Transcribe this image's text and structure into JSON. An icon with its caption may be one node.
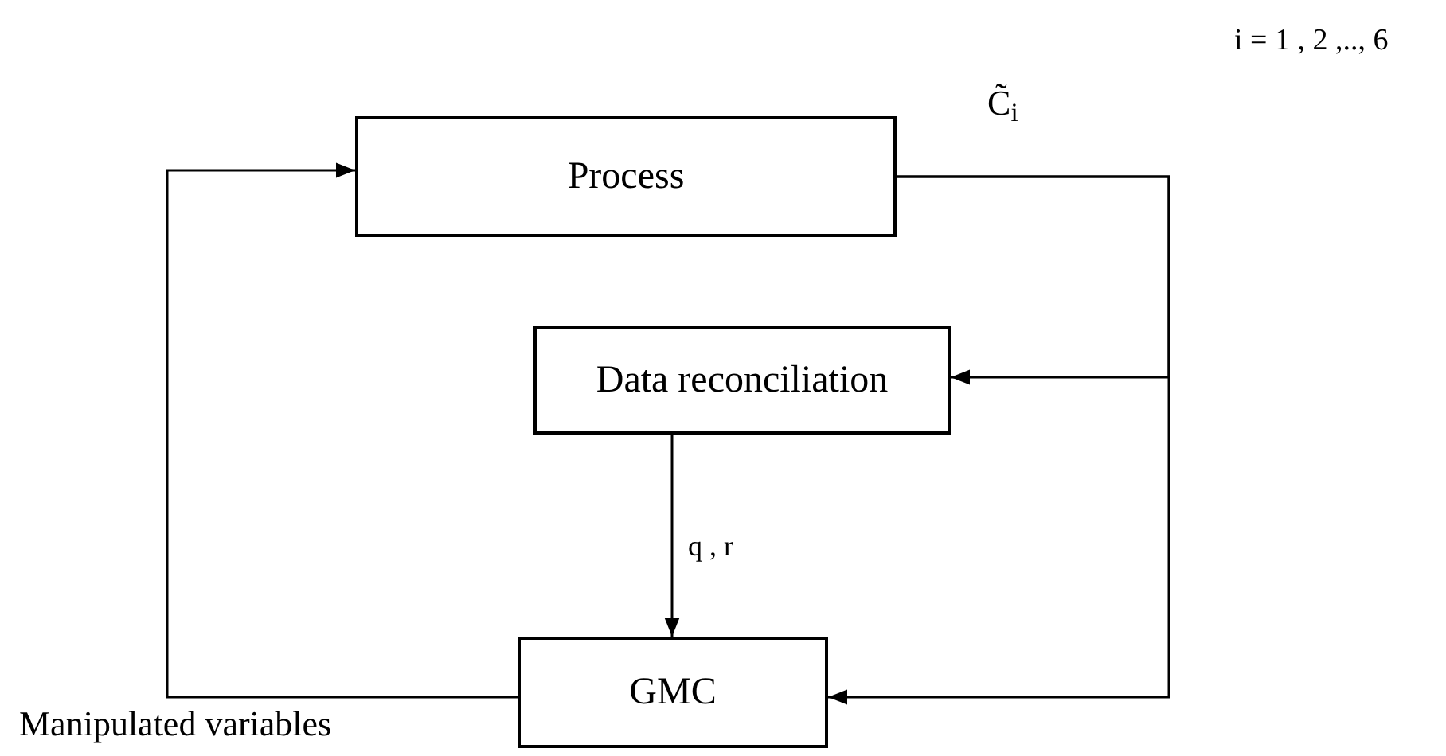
{
  "diagram": {
    "nodes": [
      {
        "text": [
          "Process"
        ]
      },
      {
        "text": [
          "Data reconciliation"
        ]
      },
      {
        "text": [
          "GMC"
        ]
      }
    ],
    "edges": [
      {
        "from": 0,
        "to": 1,
        "arrow": "to"
      },
      {
        "from": 0,
        "to": 2,
        "arrow": "to",
        "label": "C̃$_{i}$"
      },
      {
        "from": 1,
        "to": 2,
        "arrow": "to",
        "label": "q , r"
      },
      {
        "from": 2,
        "to": 0,
        "arrow": "to",
        "label": "Manipulated variables"
      }
    ],
    "labels": [
      "i = 1 , 2 ,.., 6"
    ]
  }
}
